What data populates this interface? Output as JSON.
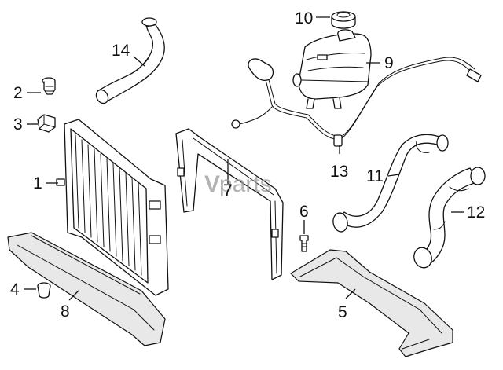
{
  "watermark": {
    "prefix": "V",
    "suffix": "parts"
  },
  "callouts": {
    "c1": "1",
    "c2": "2",
    "c3": "3",
    "c4": "4",
    "c5": "5",
    "c6": "6",
    "c7": "7",
    "c8": "8",
    "c9": "9",
    "c10": "10",
    "c11": "11",
    "c12": "12",
    "c13": "13",
    "c14": "14"
  }
}
